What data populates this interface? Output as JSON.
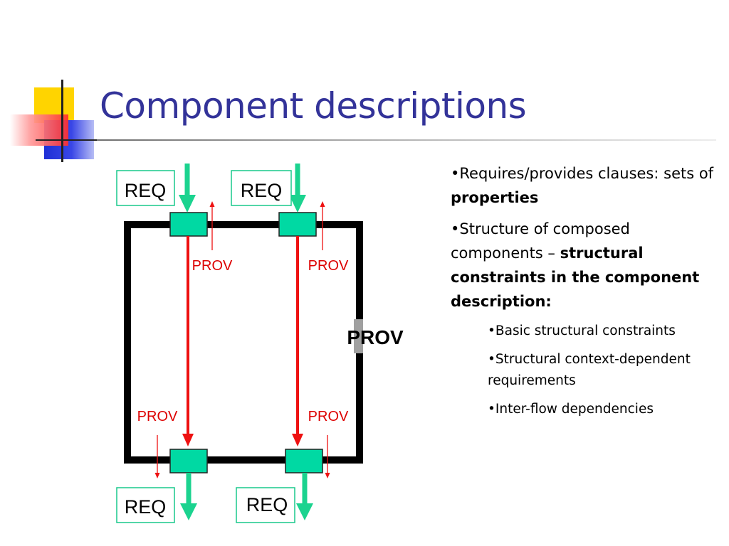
{
  "title": "Component descriptions",
  "diagram": {
    "req_label": "REQ",
    "prov_label": "PROV",
    "colors": {
      "frame": "#000000",
      "port_fill": "#00d9a3",
      "req_arrow": "#1bd38f",
      "prov_arrow": "#ee1111",
      "prov_text": "#dd0000",
      "req_box_border": "#19c98b"
    }
  },
  "bullets": [
    {
      "text": "•Requires/provides clauses: sets of ",
      "bold": "properties"
    },
    {
      "text": "•Structure of composed components – ",
      "bold": "structural constraints in the component description:"
    }
  ],
  "sub_bullets": [
    "•Basic structural constraints",
    "•Structural context-dependent requirements",
    "•Inter-flow dependencies"
  ]
}
